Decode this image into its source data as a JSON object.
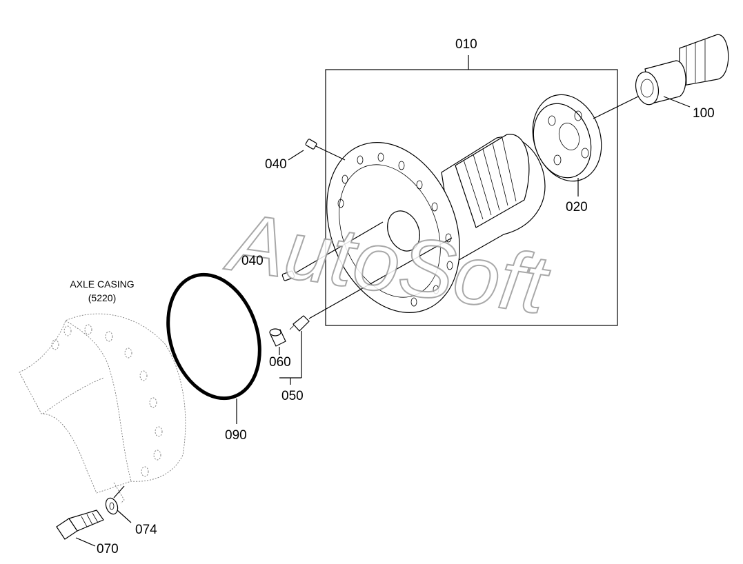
{
  "labels": {
    "p010": "010",
    "p020": "020",
    "p040a": "040",
    "p040b": "040",
    "p050": "050",
    "p060": "060",
    "p070": "070",
    "p074": "074",
    "p090": "090",
    "p100": "100"
  },
  "axle_casing": {
    "title": "AXLE CASING",
    "ref": "(5220)"
  },
  "watermark": {
    "text": "AutoSoft"
  }
}
